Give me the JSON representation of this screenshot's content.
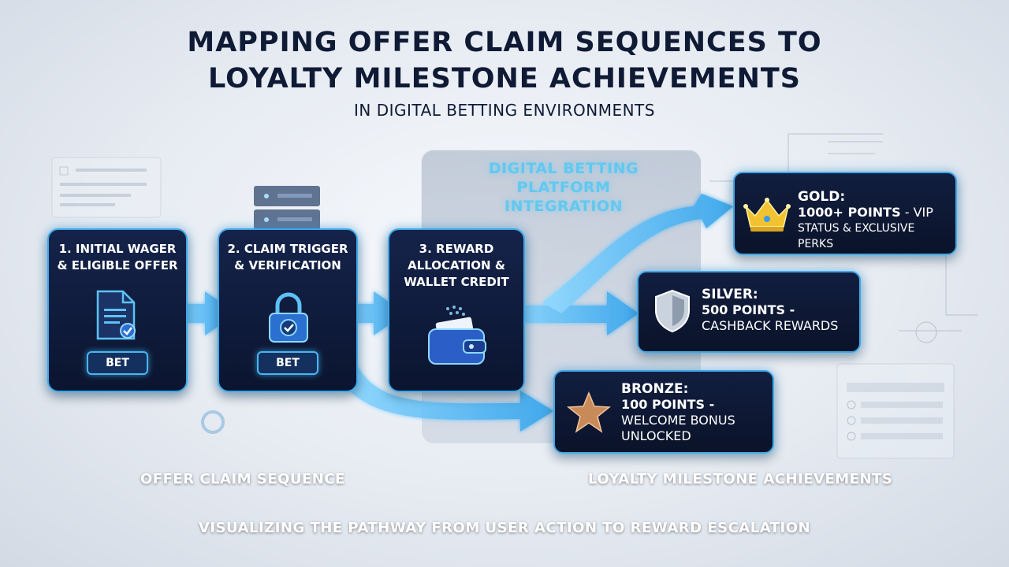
{
  "title": {
    "line1": "MAPPING OFFER CLAIM SEQUENCES TO",
    "line2": "LOYALTY MILESTONE ACHIEVEMENTS",
    "subtitle": "IN DIGITAL BETTING ENVIRONMENTS"
  },
  "platform": {
    "line1": "DIGITAL BETTING",
    "line2": "PLATFORM",
    "line3": "INTEGRATION"
  },
  "steps": [
    {
      "line1": "1. INITIAL WAGER",
      "line2": "& ELIGIBLE OFFER",
      "badge": "BET",
      "icon": "document-check-icon"
    },
    {
      "line1": "2. CLAIM TRIGGER",
      "line2": "& VERIFICATION",
      "badge": "BET",
      "icon": "padlock-check-icon"
    },
    {
      "line1": "3. REWARD",
      "line2": "ALLOCATION &",
      "line3": "WALLET CREDIT",
      "icon": "wallet-icon"
    }
  ],
  "tiers": {
    "gold": {
      "name": "GOLD:",
      "points": "1000+ POINTS",
      "rest": " - VIP",
      "line2": "STATUS & EXCLUSIVE PERKS",
      "icon": "crown-icon",
      "color": "#f2c230"
    },
    "silver": {
      "name": "SILVER:",
      "points": "500 POINTS -",
      "line2": "CASHBACK REWARDS",
      "icon": "shield-icon",
      "color": "#c9d2dd"
    },
    "bronze": {
      "name": "BRONZE:",
      "points": "100 POINTS -",
      "line2": "WELCOME BONUS",
      "line3": "UNLOCKED",
      "icon": "star-icon",
      "color": "#c98a5a"
    }
  },
  "sections": {
    "left": "OFFER CLAIM SEQUENCE",
    "right": "LOYALTY MILESTONE ACHIEVEMENTS"
  },
  "footer": "VISUALIZING THE PATHWAY FROM USER ACTION TO REWARD ESCALATION",
  "colors": {
    "accent": "#3fa8ea",
    "navy": "#0f1a35",
    "glow": "#62c8f0"
  }
}
